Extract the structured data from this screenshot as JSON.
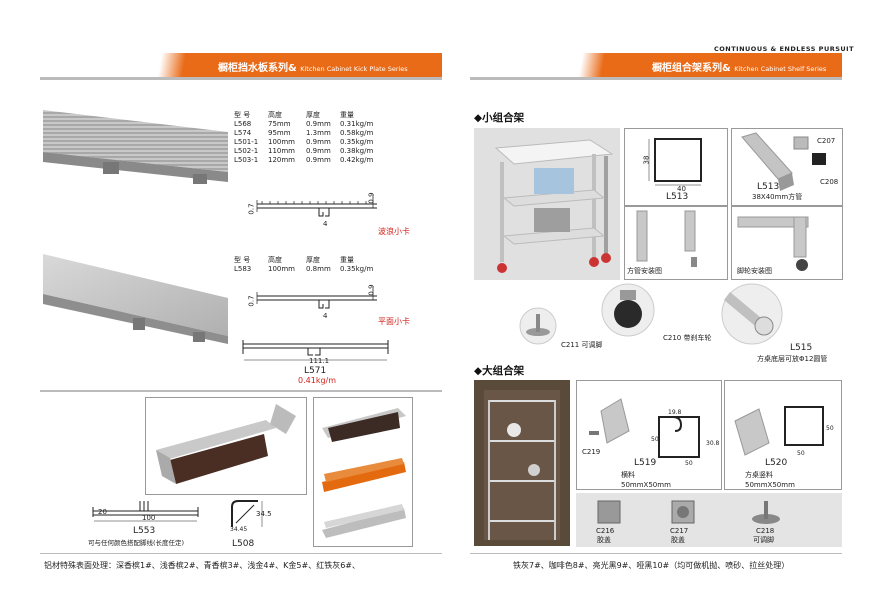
{
  "header": {
    "tagline": "CONTINUOUS & ENDLESS PURSUIT",
    "left_title_cn": "橱柜挡水板系列&",
    "left_title_en": "Kitchen Cabinet Kick Plate Series",
    "right_title_cn": "橱柜组合架系列&",
    "right_title_en": "Kitchen Cabinet Shelf Series"
  },
  "table1": {
    "headers": [
      "型 号",
      "高度",
      "厚度",
      "重量"
    ],
    "rows": [
      [
        "L568",
        "75mm",
        "0.9mm",
        "0.31kg/m"
      ],
      [
        "L574",
        "95mm",
        "1.3mm",
        "0.58kg/m"
      ],
      [
        "L501-1",
        "100mm",
        "0.9mm",
        "0.35kg/m"
      ],
      [
        "L502-1",
        "110mm",
        "0.9mm",
        "0.38kg/m"
      ],
      [
        "L503-1",
        "120mm",
        "0.9mm",
        "0.42kg/m"
      ]
    ],
    "profile_label": "波浪小卡",
    "dim_a": "0.7",
    "dim_b": "0.9",
    "dim_c": "4"
  },
  "table2": {
    "headers": [
      "型 号",
      "高度",
      "厚度",
      "重量"
    ],
    "rows": [
      [
        "L583",
        "100mm",
        "0.8mm",
        "0.35kg/m"
      ]
    ],
    "profile_label": "平面小卡",
    "dim_a": "0.7",
    "dim_b": "0.9",
    "dim_c": "4"
  },
  "l571": {
    "dim": "111.1",
    "model": "L571",
    "weight": "0.41kg/m"
  },
  "l553": {
    "model": "L553",
    "dim_a": "100",
    "dim_b": "20",
    "note": "可与任何颜色搭配脚线(长度任定)"
  },
  "l508": {
    "model": "L508",
    "dim_a": "34.5",
    "dim_b": "34.45"
  },
  "footer_left": "铝材特殊表面处理：深香槟1#、浅香槟2#、青香槟3#、浅金4#、K金5#、红铁灰6#、",
  "footer_right": "铁灰7#、咖啡色8#、亮光黑9#、哑黑10#（均可做机抛、喷砂、拉丝处理）",
  "small_set": {
    "title": "◆小组合架",
    "l513_model": "L513",
    "l513_dim_w": "40",
    "l513_dim_h": "38",
    "l513_desc_model": "L513",
    "l513_desc": "38X40mm方管",
    "c207": "C207",
    "c208": "C208",
    "fang_guan": "方管安装图",
    "jiao_lun": "脚轮安装图",
    "c211": "C211 可调脚",
    "c210": "C210 带刹车轮",
    "l515": "L515",
    "l515_desc": "方桌底层可放Φ12圆管"
  },
  "large_set": {
    "title": "◆大组合架",
    "c219": "C219",
    "l519": "L519",
    "l519_desc1": "横料",
    "l519_desc2": "50mmX50mm",
    "l519_dim_a": "19.8",
    "l519_dim_b": "50",
    "l519_dim_c": "50",
    "l519_dim_d": "30.8",
    "l520": "L520",
    "l520_desc1": "方桌竖料",
    "l520_desc2": "50mmX50mm",
    "l520_dim_a": "50",
    "l520_dim_b": "50",
    "c216": "C216",
    "c216_desc": "胶盖",
    "c217": "C217",
    "c217_desc": "胶盖",
    "c218": "C218",
    "c218_desc": "可调脚"
  }
}
